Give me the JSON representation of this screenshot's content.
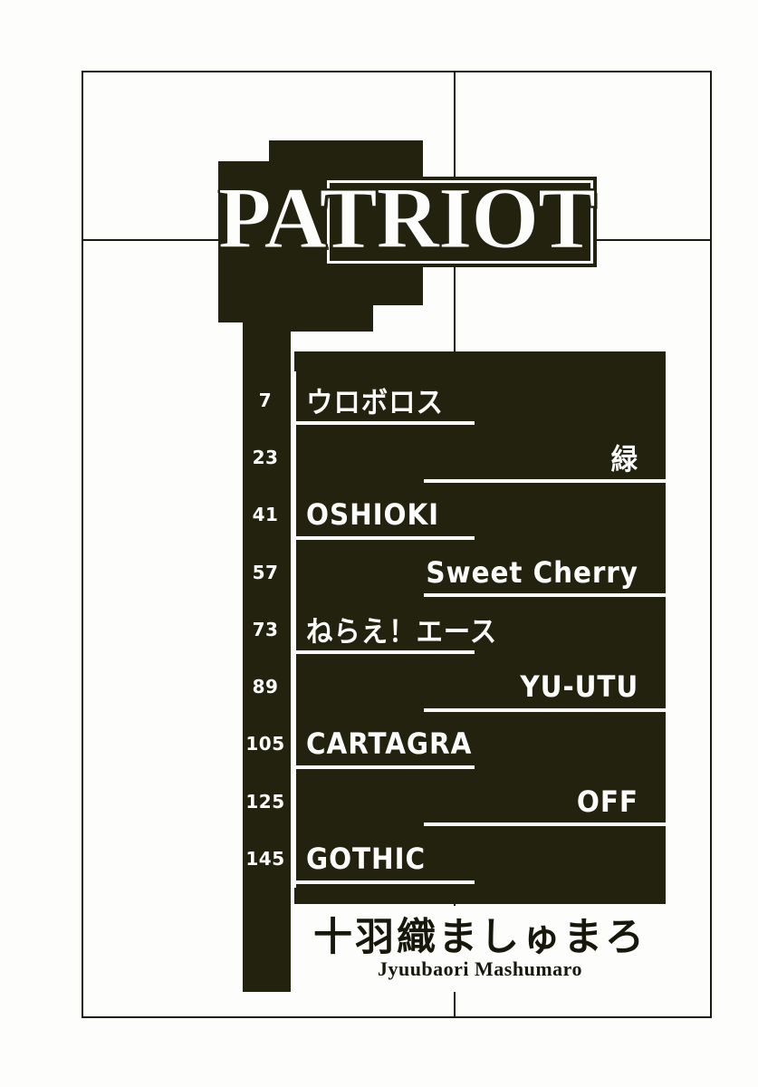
{
  "cover": {
    "title": "PATRIOT",
    "author_jp": "十羽織ましゅまろ",
    "author_romaji": "Jyuubaori Mashumaro",
    "ink_color": "#22220f",
    "paper_color": "#fdfdfb"
  },
  "contents": {
    "entries": [
      {
        "page": "7",
        "title": "ウロボロス",
        "align": "left"
      },
      {
        "page": "23",
        "title": "緑",
        "align": "right"
      },
      {
        "page": "41",
        "title": "OSHIOKI",
        "align": "left"
      },
      {
        "page": "57",
        "title": "Sweet Cherry",
        "align": "right"
      },
      {
        "page": "73",
        "title": "ねらえ！エース",
        "align": "left"
      },
      {
        "page": "89",
        "title": "YU-UTU",
        "align": "right"
      },
      {
        "page": "105",
        "title": "CARTAGRA",
        "align": "left"
      },
      {
        "page": "125",
        "title": "OFF",
        "align": "right"
      },
      {
        "page": "145",
        "title": "GOTHIC",
        "align": "left"
      }
    ]
  }
}
